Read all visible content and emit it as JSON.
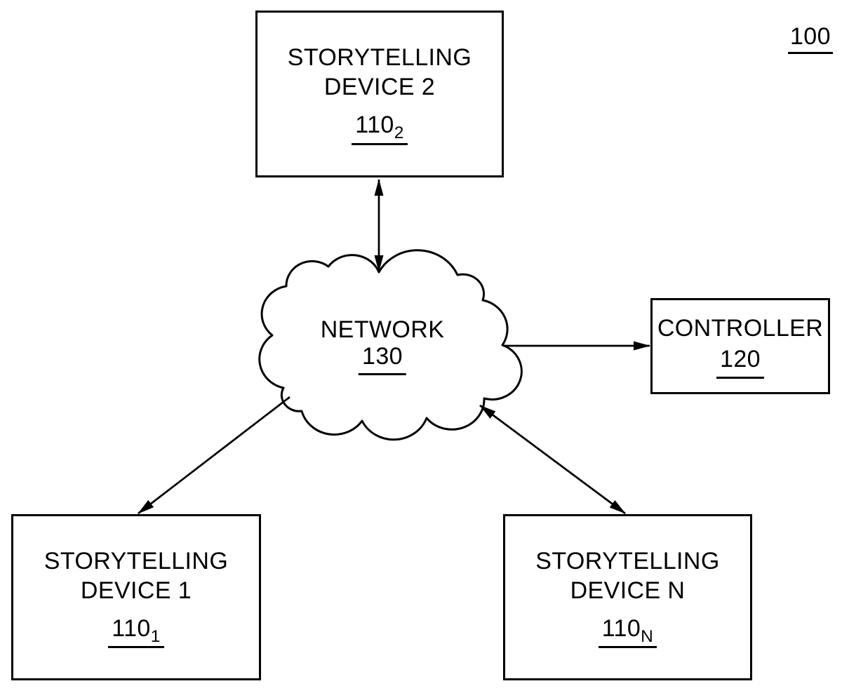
{
  "figure": {
    "reference": "100",
    "background_color": "#ffffff",
    "line_color": "#000000"
  },
  "network": {
    "label": "NETWORK",
    "ref": "130"
  },
  "controller": {
    "label": "CONTROLLER",
    "ref": "120"
  },
  "devices": {
    "device2": {
      "line1": "STORYTELLING",
      "line2": "DEVICE 2",
      "ref": "110",
      "sub": "2"
    },
    "device1": {
      "line1": "STORYTELLING",
      "line2": "DEVICE 1",
      "ref": "110",
      "sub": "1"
    },
    "deviceN": {
      "line1": "STORYTELLING",
      "line2": "DEVICE N",
      "ref": "110",
      "sub": "N"
    }
  },
  "connections": [
    {
      "from": "STORYTELLING DEVICE 2 (110_2)",
      "to": "NETWORK (130)",
      "arrows": "bidirectional"
    },
    {
      "from": "NETWORK (130)",
      "to": "CONTROLLER (120)",
      "arrows": "single-arrow-into-controller"
    },
    {
      "from": "NETWORK (130)",
      "to": "STORYTELLING DEVICE 1 (110_1)",
      "arrows": "single-arrow-into-device-1"
    },
    {
      "from": "NETWORK (130)",
      "to": "STORYTELLING DEVICE N (110_N)",
      "arrows": "bidirectional"
    }
  ]
}
